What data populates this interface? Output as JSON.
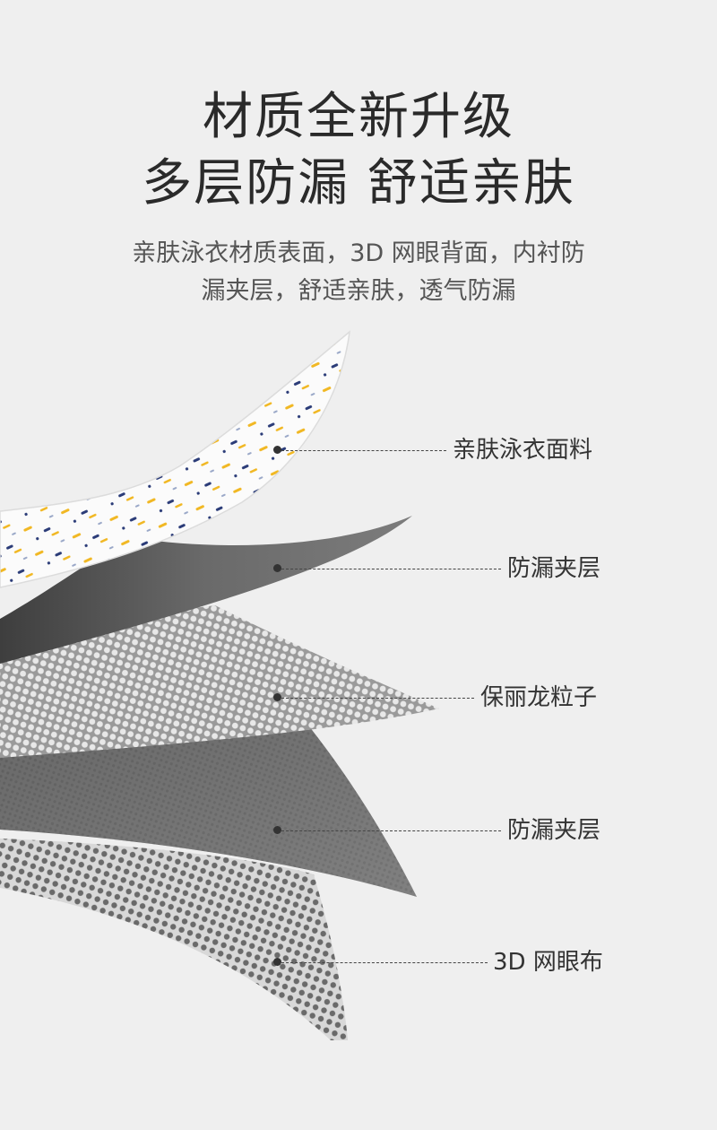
{
  "heading": {
    "line1": "材质全新升级",
    "line2": "多层防漏 舒适亲肤"
  },
  "description": {
    "line1": "亲肤泳衣材质表面，3D 网眼背面，内衬防",
    "line2": "漏夹层，舒适亲肤，透气防漏"
  },
  "layers": [
    {
      "label": "亲肤泳衣面料"
    },
    {
      "label": "防漏夹层"
    },
    {
      "label": "保丽龙粒子"
    },
    {
      "label": "防漏夹层"
    },
    {
      "label": "3D 网眼布"
    }
  ],
  "colors": {
    "background": "#efefef",
    "heading": "#2a2a2a",
    "fabric_white": "#fafafa",
    "barrier_dark": "#6b6b6b",
    "mesh_gray": "#8a8a8a"
  }
}
